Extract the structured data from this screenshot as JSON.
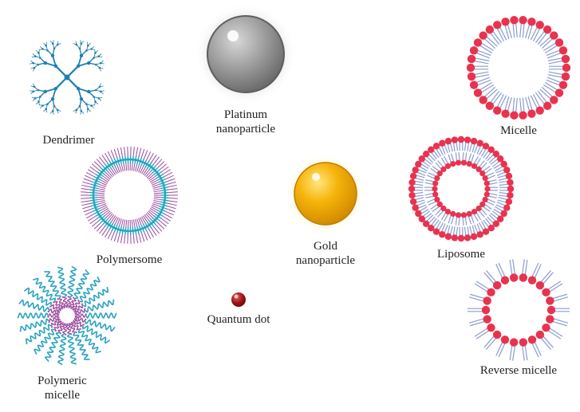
{
  "colors": {
    "lipid_head": "#e8334f",
    "lipid_tail": "#8c9ccf",
    "dendrimer": "#1f7fb0",
    "polymer_teal": "#29a3bf",
    "polymer_purple": "#9b4a9e",
    "gold": "#f6b40a",
    "platinum": "#8a8a8a",
    "quantum_dot": "#a01515"
  },
  "items": {
    "dendrimer": {
      "label": [
        "Dendrimer"
      ],
      "icon": "dendrimer-icon"
    },
    "platinum": {
      "label": [
        "Platinum",
        "nanoparticle"
      ],
      "icon": "platinum-nanoparticle-icon"
    },
    "micelle": {
      "label": [
        "Micelle"
      ],
      "icon": "micelle-icon"
    },
    "polymersome": {
      "label": [
        "Polymersome"
      ],
      "icon": "polymersome-icon"
    },
    "gold": {
      "label": [
        "Gold",
        "nanoparticle"
      ],
      "icon": "gold-nanoparticle-icon"
    },
    "liposome": {
      "label": [
        "Liposome"
      ],
      "icon": "liposome-icon"
    },
    "polymeric_micelle": {
      "label": [
        "Polymeric",
        "micelle"
      ],
      "icon": "polymeric-micelle-icon"
    },
    "quantum_dot": {
      "label": [
        "Quantum dot"
      ],
      "icon": "quantum-dot-icon"
    },
    "reverse_micelle": {
      "label": [
        "Reverse micelle"
      ],
      "icon": "reverse-micelle-icon"
    }
  }
}
